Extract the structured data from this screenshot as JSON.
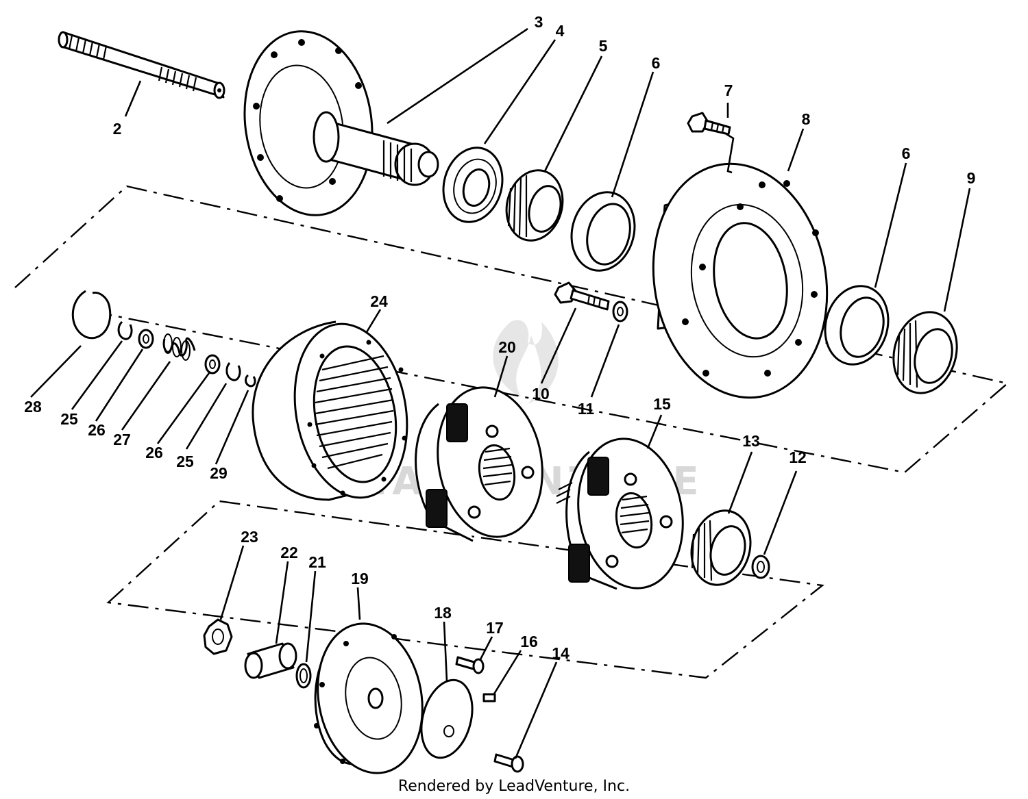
{
  "callouts": {
    "p2": "2",
    "p3": "3",
    "p4": "4",
    "p5": "5",
    "p6a": "6",
    "p6b": "6",
    "p7": "7",
    "p8": "8",
    "p9": "9",
    "p10": "10",
    "p11": "11",
    "p12": "12",
    "p13": "13",
    "p14": "14",
    "p15": "15",
    "p16": "16",
    "p17": "17",
    "p18": "18",
    "p19": "19",
    "p20": "20",
    "p21": "21",
    "p22": "22",
    "p23": "23",
    "p24": "24",
    "p25a": "25",
    "p25b": "25",
    "p26a": "26",
    "p26b": "26",
    "p27": "27",
    "p28": "28",
    "p29": "29"
  },
  "watermark": "LEADVENTURE",
  "footer": "Rendered by LeadVenture, Inc."
}
